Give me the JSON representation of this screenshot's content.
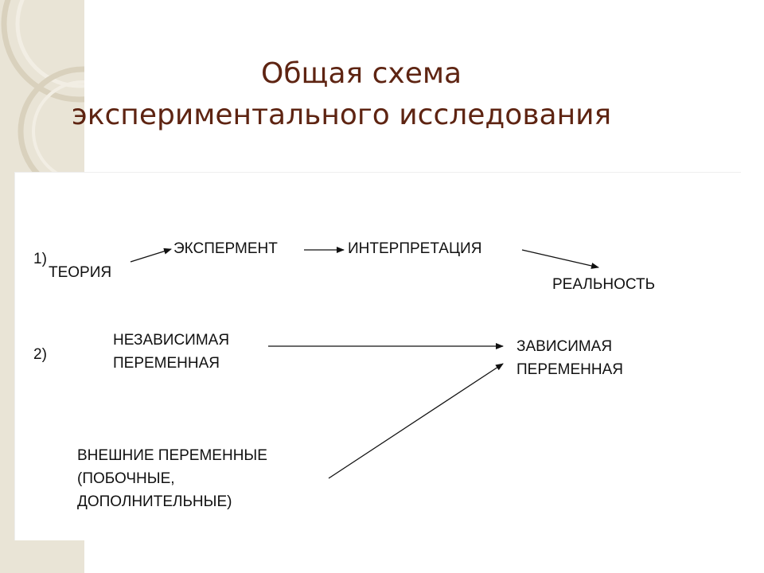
{
  "title": {
    "line1": "Общая схема",
    "line2": "экспериментального исследования"
  },
  "scheme1": {
    "index": "1)",
    "theory": "ТЕОРИЯ",
    "experiment": "ЭКСПЕРМЕНТ",
    "interpretation": "ИНТЕРПРЕТАЦИЯ",
    "reality": "РЕАЛЬНОСТЬ"
  },
  "scheme2": {
    "index": "2)",
    "independent": [
      "НЕЗАВИСИМАЯ",
      "ПЕРЕМЕННАЯ"
    ],
    "dependent": [
      "ЗАВИСИМАЯ",
      "ПЕРЕМЕННАЯ"
    ],
    "external": [
      "ВНЕШНИЕ ПЕРЕМЕННЫЕ",
      "(ПОБОЧНЫЕ,",
      "ДОПОЛНИТЕЛЬНЫЕ)"
    ]
  },
  "colors": {
    "title": "#5e2412",
    "band": "#e9e4d6",
    "text": "#111111"
  }
}
